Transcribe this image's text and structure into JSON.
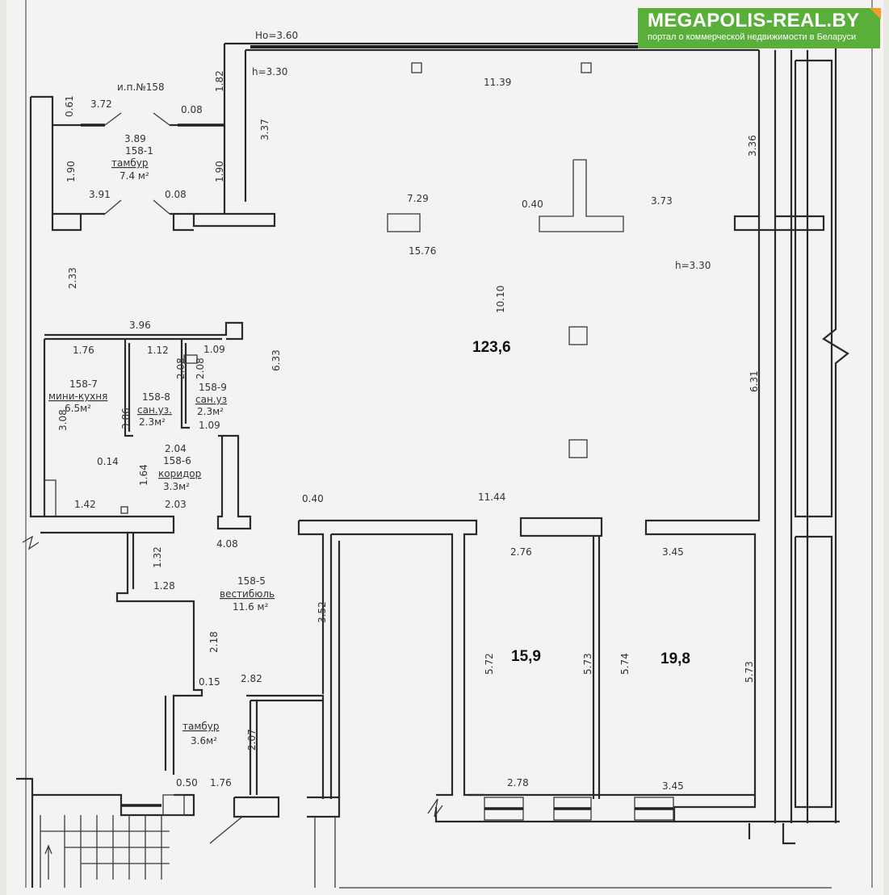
{
  "logo": {
    "title": "MEGAPOLIS-REAL.BY",
    "subtitle": "портал о коммерческой недвижимости в Беларуси",
    "bg_color": "#5aae3a",
    "accent_color": "#f29a2e"
  },
  "header": {
    "ho": "Но=3.60",
    "room_no": "и.п.№158"
  },
  "heights": {
    "h1": "h=3.30",
    "h2": "h=3.30"
  },
  "rooms": {
    "tambur_1": {
      "code": "158-1",
      "name": "тамбур",
      "area": "7.4 м²"
    },
    "mini_kitchen": {
      "code": "158-7",
      "name": "мини-кухня",
      "area": "6.5м²"
    },
    "wc_8": {
      "code": "158-8",
      "name": "сан.уз.",
      "area": "2.3м²"
    },
    "wc_9": {
      "code": "158-9",
      "name": "сан.уз",
      "area": "2.3м²"
    },
    "corridor": {
      "code": "158-6",
      "name": "коридор",
      "area": "3.3м²"
    },
    "vestibule": {
      "code": "158-5",
      "name": "вестибюль",
      "area": "11.6 м²"
    },
    "tambur_2": {
      "name": "тамбур",
      "area": "3.6м²"
    }
  },
  "areas": {
    "main_hall": "123,6",
    "room_middle": "15,9",
    "room_right": "19,8"
  },
  "dims": {
    "d0_61": "0.61",
    "d3_72": "3.72",
    "d0_08a": "0.08",
    "d1_82": "1.82",
    "d3_37": "3.37",
    "d3_89": "3.89",
    "d1_90a": "1.90",
    "d1_90b": "1.90",
    "d3_91": "3.91",
    "d0_08b": "0.08",
    "d11_39": "11.39",
    "d3_36": "3.36",
    "d7_29": "7.29",
    "d0_40a": "0.40",
    "d3_73": "3.73",
    "d15_76": "15.76",
    "d2_33": "2.33",
    "d10_10": "10.10",
    "d3_96": "3.96",
    "d1_76a": "1.76",
    "d1_12": "1.12",
    "d2_08a": "2.08",
    "d2_08b": "2.08",
    "d1_09a": "1.09",
    "d6_33": "6.33",
    "d6_31": "6.31",
    "d3_08": "3.08",
    "d3_86": "3.86",
    "d1_09b": "1.09",
    "d2_04": "2.04",
    "d0_14": "0.14",
    "d1_64": "1.64",
    "d1_42": "1.42",
    "d2_03": "2.03",
    "d4_08": "4.08",
    "d0_40b": "0.40",
    "d11_44": "11.44",
    "d2_76": "2.76",
    "d3_45a": "3.45",
    "d1_32": "1.32",
    "d1_28": "1.28",
    "d3_52": "3.52",
    "d2_18": "2.18",
    "d5_72": "5.72",
    "d5_73a": "5.73",
    "d5_74": "5.74",
    "d5_73b": "5.73",
    "d0_15": "0.15",
    "d2_82": "2.82",
    "d2_07": "2.07",
    "d0_50": "0.50",
    "d1_76b": "1.76",
    "d2_78": "2.78",
    "d3_45b": "3.45"
  }
}
